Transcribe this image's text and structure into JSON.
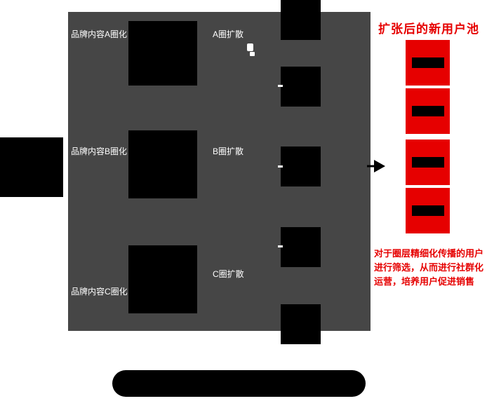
{
  "colors": {
    "accent_red": "#e60000",
    "panel_gray": "#464646",
    "block_black": "#000000",
    "label_white": "#ffffff"
  },
  "flow": {
    "rows": [
      {
        "content_label": "品牌内容A圈化",
        "spread_label": "A圈扩散"
      },
      {
        "content_label": "品牌内容B圈化",
        "spread_label": "B圈扩散"
      },
      {
        "content_label": "品牌内容C圈化",
        "spread_label": "C圈扩散"
      }
    ],
    "user_block_count": 5
  },
  "right_panel": {
    "title": "扩张后的新用户池",
    "pool_card_count": 4,
    "description": "对于圈层精细化传播的用户进行筛选，从而进行社群化运营，培养用户促进销售"
  }
}
